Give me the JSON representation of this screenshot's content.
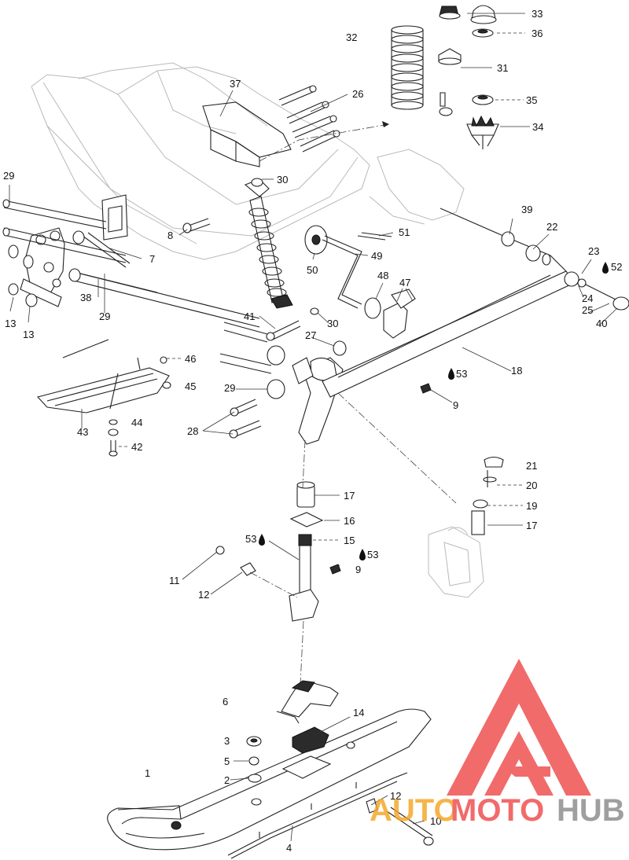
{
  "callouts": [
    {
      "id": "c33",
      "text": "33"
    },
    {
      "id": "c36",
      "text": "36"
    },
    {
      "id": "c32",
      "text": "32"
    },
    {
      "id": "c31",
      "text": "31"
    },
    {
      "id": "c37",
      "text": "37"
    },
    {
      "id": "c26",
      "text": "26"
    },
    {
      "id": "c35",
      "text": "35"
    },
    {
      "id": "c34",
      "text": "34"
    },
    {
      "id": "c30a",
      "text": "30"
    },
    {
      "id": "c29a",
      "text": "29"
    },
    {
      "id": "c39",
      "text": "39"
    },
    {
      "id": "c22",
      "text": "22"
    },
    {
      "id": "c51",
      "text": "51"
    },
    {
      "id": "c23",
      "text": "23"
    },
    {
      "id": "c52",
      "text": "52"
    },
    {
      "id": "c8",
      "text": "8"
    },
    {
      "id": "c7",
      "text": "7"
    },
    {
      "id": "c49",
      "text": "49"
    },
    {
      "id": "c50",
      "text": "50"
    },
    {
      "id": "c48",
      "text": "48"
    },
    {
      "id": "c47",
      "text": "47"
    },
    {
      "id": "c38",
      "text": "38"
    },
    {
      "id": "c29b",
      "text": "29"
    },
    {
      "id": "c13a",
      "text": "13"
    },
    {
      "id": "c13b",
      "text": "13"
    },
    {
      "id": "c41",
      "text": "41"
    },
    {
      "id": "c30b",
      "text": "30"
    },
    {
      "id": "c24",
      "text": "24"
    },
    {
      "id": "c25",
      "text": "25"
    },
    {
      "id": "c40",
      "text": "40"
    },
    {
      "id": "c27",
      "text": "27"
    },
    {
      "id": "c18",
      "text": "18"
    },
    {
      "id": "c46",
      "text": "46"
    },
    {
      "id": "c53a",
      "text": "53"
    },
    {
      "id": "c45",
      "text": "45"
    },
    {
      "id": "c29c",
      "text": "29"
    },
    {
      "id": "c9a",
      "text": "9"
    },
    {
      "id": "c43",
      "text": "43"
    },
    {
      "id": "c44",
      "text": "44"
    },
    {
      "id": "c28",
      "text": "28"
    },
    {
      "id": "c42",
      "text": "42"
    },
    {
      "id": "c21",
      "text": "21"
    },
    {
      "id": "c20",
      "text": "20"
    },
    {
      "id": "c17a",
      "text": "17"
    },
    {
      "id": "c19",
      "text": "19"
    },
    {
      "id": "c16",
      "text": "16"
    },
    {
      "id": "c17b",
      "text": "17"
    },
    {
      "id": "c53b",
      "text": "53"
    },
    {
      "id": "c15",
      "text": "15"
    },
    {
      "id": "c53c",
      "text": "53"
    },
    {
      "id": "c11",
      "text": "11"
    },
    {
      "id": "c9b",
      "text": "9"
    },
    {
      "id": "c12a",
      "text": "12"
    },
    {
      "id": "c6",
      "text": "6"
    },
    {
      "id": "c14",
      "text": "14"
    },
    {
      "id": "c3",
      "text": "3"
    },
    {
      "id": "c5",
      "text": "5"
    },
    {
      "id": "c1",
      "text": "1"
    },
    {
      "id": "c2",
      "text": "2"
    },
    {
      "id": "c12b",
      "text": "12"
    },
    {
      "id": "c10",
      "text": "10"
    },
    {
      "id": "c4",
      "text": "4"
    }
  ],
  "watermark": {
    "part1": "AUTO",
    "part2": "MOTO",
    "part3": "HUB",
    "colors": {
      "red": "#ee4b4b",
      "orange": "#f5a623",
      "grey": "#8a8a8a"
    }
  }
}
